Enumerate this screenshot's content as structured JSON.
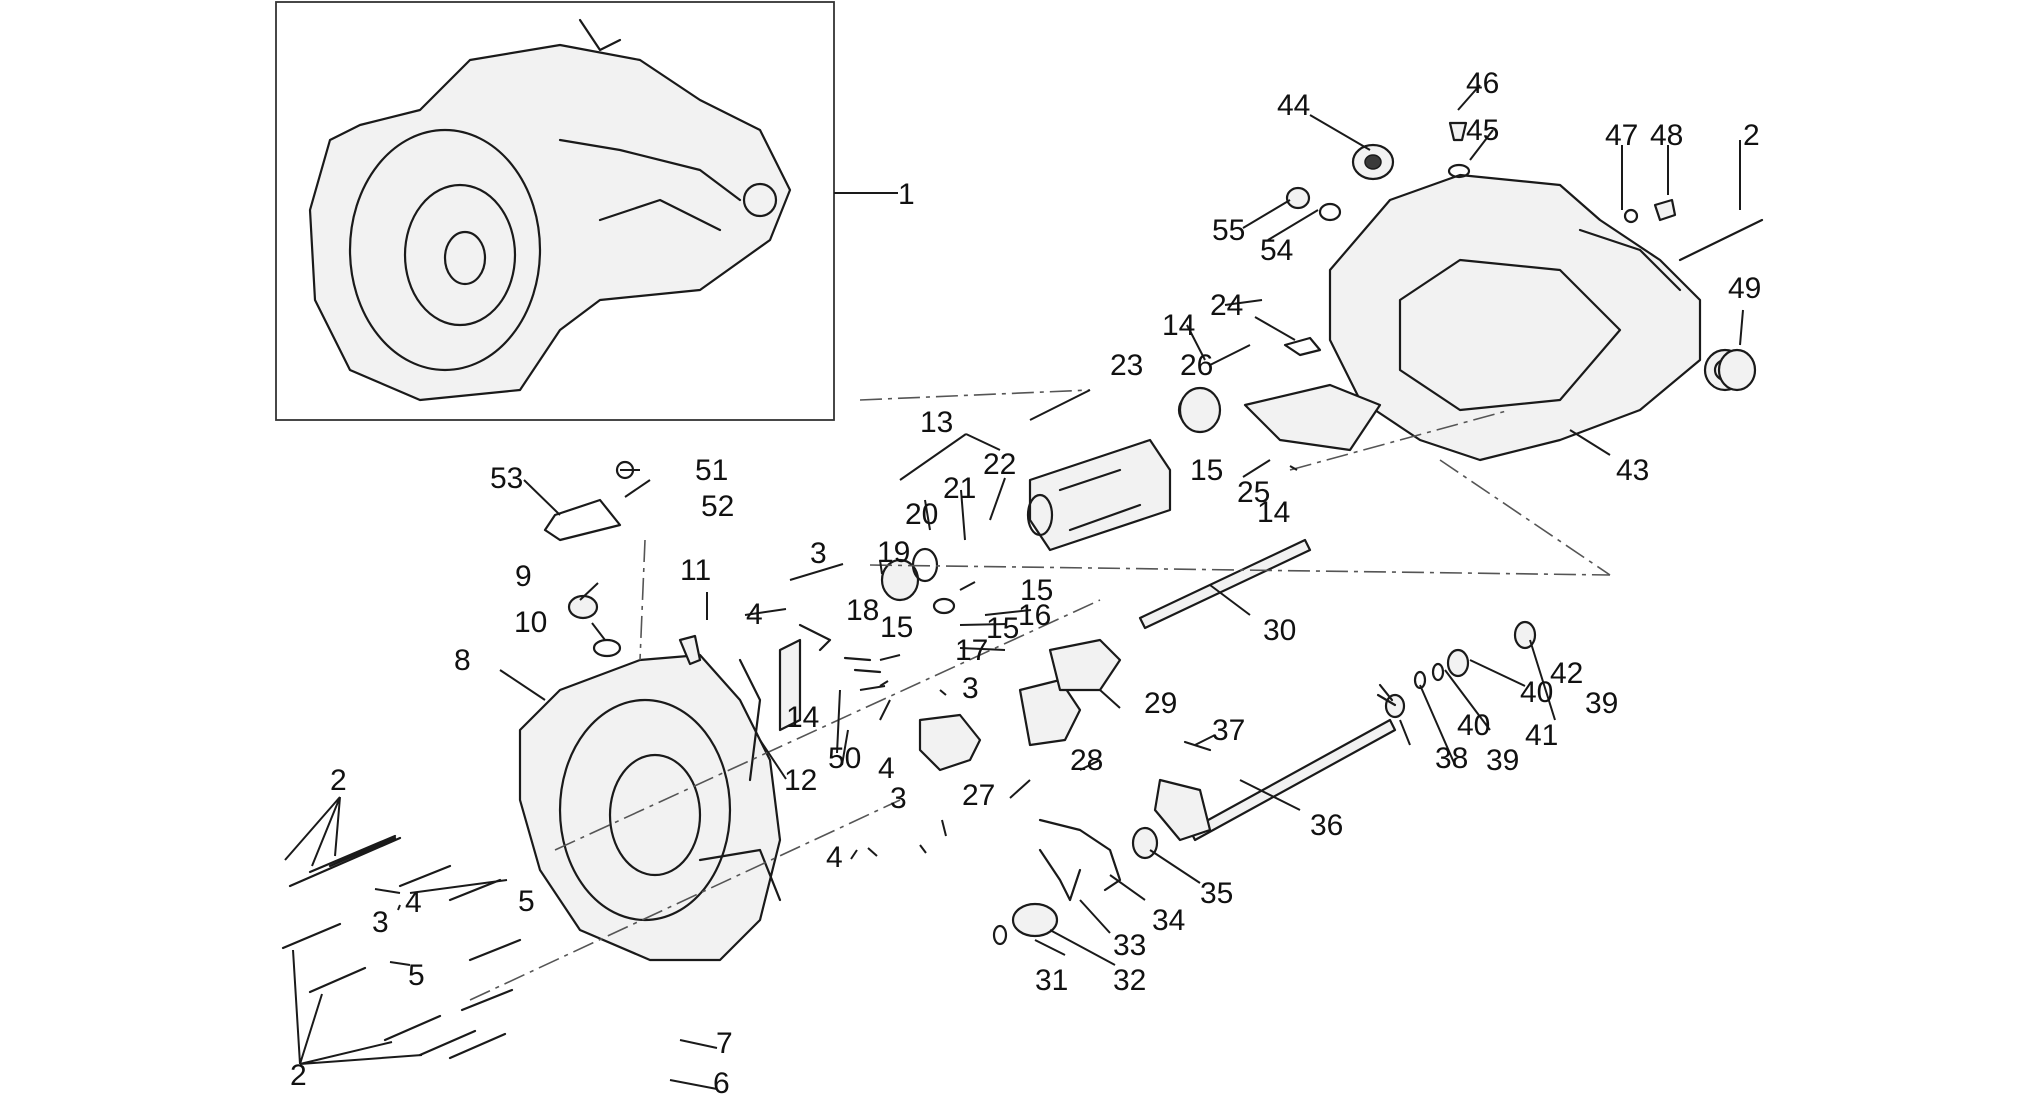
{
  "callouts": [
    "1",
    "2",
    "2",
    "2",
    "3",
    "3",
    "3",
    "3",
    "4",
    "4",
    "4",
    "4",
    "5",
    "5",
    "6",
    "7",
    "8",
    "9",
    "10",
    "11",
    "12",
    "13",
    "14",
    "14",
    "14",
    "15",
    "15",
    "15",
    "15",
    "16",
    "17",
    "18",
    "19",
    "20",
    "21",
    "22",
    "23",
    "24",
    "25",
    "26",
    "27",
    "28",
    "29",
    "30",
    "31",
    "32",
    "33",
    "34",
    "35",
    "36",
    "37",
    "38",
    "39",
    "39",
    "40",
    "40",
    "41",
    "42",
    "43",
    "44",
    "45",
    "46",
    "47",
    "48",
    "49",
    "50",
    "51",
    "52",
    "53",
    "54",
    "55"
  ]
}
